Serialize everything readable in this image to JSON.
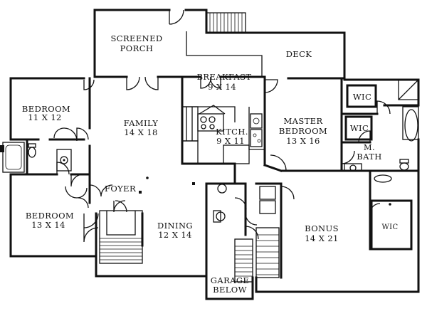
{
  "rooms": {
    "screened_porch": {
      "line1": "SCREENED",
      "line2": "PORCH"
    },
    "deck": {
      "name": "DECK"
    },
    "breakfast": {
      "name": "BREAKFAST",
      "dims": "9 X 14"
    },
    "bedroom_upper": {
      "name": "BEDROOM",
      "dims": "11 X 12"
    },
    "family": {
      "name": "FAMILY",
      "dims": "14 X 18"
    },
    "kitchen": {
      "name": "KITCH.",
      "dims": "9 X 11"
    },
    "master_bedroom": {
      "line1": "MASTER",
      "line2": "BEDROOM",
      "dims": "13 X 16"
    },
    "wic_upper": {
      "name": "WIC"
    },
    "wic_lower": {
      "name": "WIC"
    },
    "master_bath": {
      "line1": "M.",
      "line2": "BATH"
    },
    "foyer": {
      "name": "FOYER"
    },
    "bedroom_lower": {
      "name": "BEDROOM",
      "dims": "13 X 14"
    },
    "dining": {
      "name": "DINING",
      "dims": "12 X 14"
    },
    "bonus": {
      "name": "BONUS",
      "dims": "14 X 21"
    },
    "wic_bonus": {
      "name": "WIC"
    },
    "garage": {
      "line1": "GARAGE",
      "line2": "BELOW"
    }
  }
}
